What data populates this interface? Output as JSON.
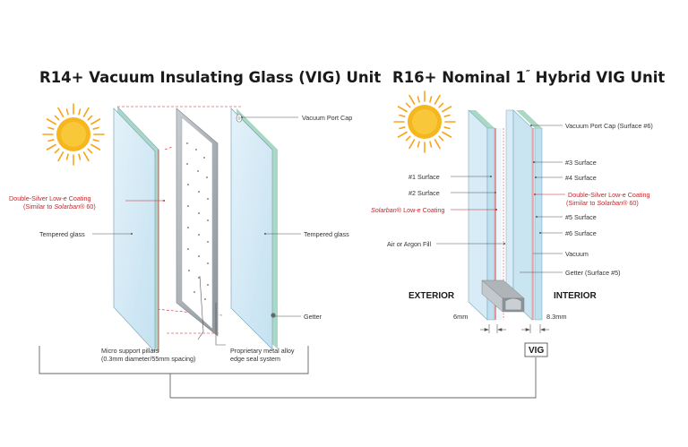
{
  "titles": {
    "left": "R14+ Vacuum Insulating Glass (VIG) Unit",
    "right_main": "R16+ Nominal 1",
    "right_quote": "″",
    "right_rest": " Hybrid VIG Unit"
  },
  "left_labels": {
    "vacuum_port_cap": "Vacuum Port Cap",
    "coating_line1": "Double-Silver Low-e Coating",
    "coating_line2_prefix": "(Similar to ",
    "coating_line2_brand": "Solarban",
    "coating_line2_suffix": "® 60)",
    "tempered_glass_left": "Tempered glass",
    "tempered_glass_right": "Tempered glass",
    "getter": "Getter",
    "pillars_line1": "Micro support pillars",
    "pillars_line2": "(0.3mm diameter/55mm spacing)",
    "seal_line1": "Proprietary metal alloy",
    "seal_line2": "edge seal system"
  },
  "right_labels": {
    "vacuum_port_cap": "Vacuum Port Cap (Surface #6)",
    "surface3": "#3 Surface",
    "surface4": "#4 Surface",
    "surface1": "#1 Surface",
    "surface2": "#2 Surface",
    "coating_line1": "Double-Silver Low-e Coating",
    "coating_line2_prefix": "(Similar to ",
    "coating_line2_brand": "Solarban",
    "coating_line2_suffix": "® 60)",
    "solarban_brand": "Solarban",
    "solarban_rest": "® Low-e Coating",
    "surface5": "#5 Surface",
    "surface6": "#6 Surface",
    "air_argon": "Air or Argon Fill",
    "vacuum": "Vacuum",
    "getter": "Getter (Surface #5)",
    "exterior": "EXTERIOR",
    "interior": "INTERIOR",
    "dim_left": "6mm",
    "dim_right": "8.3mm",
    "vig": "VIG"
  },
  "colors": {
    "glass_fill": "#d4eaf5",
    "glass_edge": "#a9d8c4",
    "glass_stroke": "#7fa9c0",
    "coating_red": "#c8252c",
    "sun_core": "#f6b61d",
    "sun_ray": "#f6a51a",
    "frame_gray": "#9aa1a6"
  },
  "icons": {
    "sun": "sun-icon",
    "port_cap": "port-cap-icon",
    "getter": "getter-icon"
  }
}
